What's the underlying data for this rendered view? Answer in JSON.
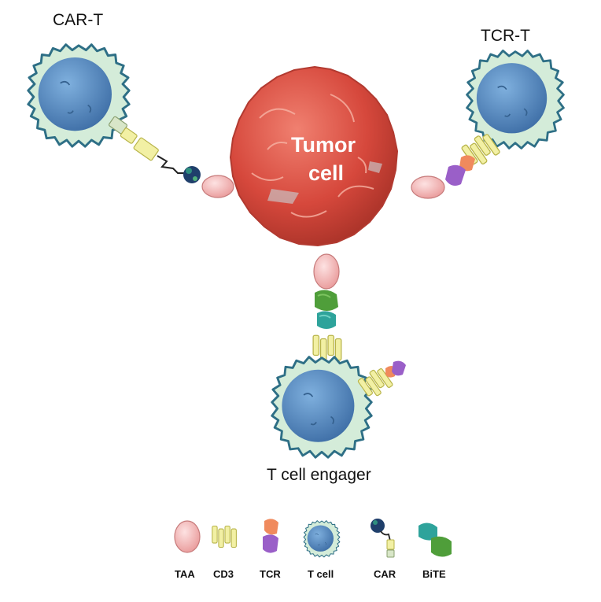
{
  "labels": {
    "car_t": "CAR-T",
    "tcr_t": "TCR-T",
    "tumor_line1": "Tumor",
    "tumor_line2": "cell",
    "tce": "T cell engager"
  },
  "legend": {
    "items": [
      {
        "id": "taa",
        "label": "TAA"
      },
      {
        "id": "cd3",
        "label": "CD3"
      },
      {
        "id": "tcr",
        "label": "TCR"
      },
      {
        "id": "tcell",
        "label": "T cell"
      },
      {
        "id": "car",
        "label": "CAR"
      },
      {
        "id": "bite",
        "label": "BiTE"
      }
    ]
  },
  "colors": {
    "membrane": "#cfe8d8",
    "membrane_edge": "#2e6f86",
    "nucleus": "#5d8fc2",
    "tumor": "#d9574b",
    "taa": "#f4b6b6",
    "cd3": "#f1ef9e",
    "tcr_top": "#f08a5d",
    "tcr_bottom": "#9a5fc8",
    "car_head": "#1f3f6b",
    "bite_teal": "#2ea39b",
    "bite_green": "#4f9e3a"
  }
}
